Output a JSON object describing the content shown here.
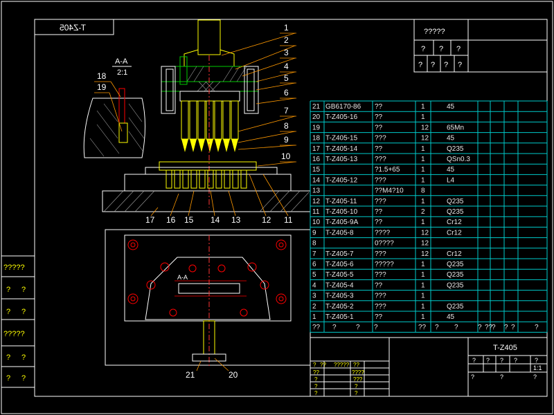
{
  "drawing": {
    "code_mirrored": "T-Z405",
    "section_label": "A-A",
    "section_scale": "2:1",
    "plan_section_marker": "A-A",
    "part_callouts": [
      "1",
      "2",
      "3",
      "4",
      "5",
      "6",
      "7",
      "8",
      "9",
      "10",
      "11",
      "12",
      "13",
      "14",
      "15",
      "16",
      "17",
      "18",
      "19",
      "20",
      "21"
    ]
  },
  "top_right_box": {
    "row1": "?????",
    "row2": [
      "?",
      "?",
      "?"
    ],
    "row3": [
      "?",
      "?",
      "?",
      "?"
    ]
  },
  "bom": {
    "rows": [
      {
        "no": "21",
        "code": "GB6170-86",
        "name": "??",
        "qty": "1",
        "mat": "45"
      },
      {
        "no": "20",
        "code": "T-Z405-16",
        "name": "??",
        "qty": "1",
        "mat": ""
      },
      {
        "no": "19",
        "code": "",
        "name": "??",
        "qty": "12",
        "mat": "65Mn"
      },
      {
        "no": "18",
        "code": "T-Z405-15",
        "name": "???",
        "qty": "12",
        "mat": "45"
      },
      {
        "no": "17",
        "code": "T-Z405-14",
        "name": "??",
        "qty": "1",
        "mat": "Q235"
      },
      {
        "no": "16",
        "code": "T-Z405-13",
        "name": "???",
        "qty": "1",
        "mat": "QSn0.3"
      },
      {
        "no": "15",
        "code": "",
        "name": "?1.5+65",
        "qty": "1",
        "mat": "45"
      },
      {
        "no": "14",
        "code": "T-Z405-12",
        "name": "???",
        "qty": "1",
        "mat": "L4"
      },
      {
        "no": "13",
        "code": "",
        "name": "??M4?10",
        "qty": "8",
        "mat": ""
      },
      {
        "no": "12",
        "code": "T-Z405-11",
        "name": "???",
        "qty": "1",
        "mat": "Q235"
      },
      {
        "no": "11",
        "code": "T-Z405-10",
        "name": "??",
        "qty": "2",
        "mat": "Q235"
      },
      {
        "no": "10",
        "code": "T-Z405-9A",
        "name": "??",
        "qty": "1",
        "mat": "Cr12"
      },
      {
        "no": "9",
        "code": "T-Z405-8",
        "name": "????",
        "qty": "12",
        "mat": "Cr12"
      },
      {
        "no": "8",
        "code": "",
        "name": "0????",
        "qty": "12",
        "mat": ""
      },
      {
        "no": "7",
        "code": "T-Z405-7",
        "name": "???",
        "qty": "12",
        "mat": "Cr12"
      },
      {
        "no": "6",
        "code": "T-Z405-6",
        "name": "?????",
        "qty": "1",
        "mat": "Q235"
      },
      {
        "no": "5",
        "code": "T-Z405-5",
        "name": "???",
        "qty": "1",
        "mat": "Q235"
      },
      {
        "no": "4",
        "code": "T-Z405-4",
        "name": "??",
        "qty": "1",
        "mat": "Q235"
      },
      {
        "no": "3",
        "code": "T-Z405-3",
        "name": "???",
        "qty": "1",
        "mat": ""
      },
      {
        "no": "2",
        "code": "T-Z405-2",
        "name": "???",
        "qty": "1",
        "mat": "Q235"
      },
      {
        "no": "1",
        "code": "T-Z405-1",
        "name": "??",
        "qty": "1",
        "mat": "45"
      }
    ],
    "header": [
      "??",
      "?",
      "?",
      "?",
      "??",
      "?",
      "?",
      "?",
      "??",
      "?",
      "?",
      "?",
      "?"
    ]
  },
  "title_block": {
    "drawing_code": "T-Z405",
    "scale": "1:1",
    "small_marks_1": [
      "?",
      "?",
      "?",
      "?",
      "?",
      "?"
    ],
    "small_marks_2": [
      "?",
      "?",
      "?"
    ],
    "signature_cells": [
      "?",
      "??",
      "?????",
      "??",
      "??",
      "????",
      "???",
      "?",
      "?",
      "?",
      "?",
      "?",
      "?",
      "?",
      "?",
      "?"
    ]
  },
  "left_revision_block": {
    "cells": [
      "?????",
      "?",
      "?",
      "?",
      "?",
      "?????",
      "?",
      "?",
      "?",
      "?"
    ]
  },
  "colors": {
    "border": "#ffffff",
    "table": "#00cccc",
    "green": "#00cc00",
    "red": "#ff3333",
    "yellow": "#ffff00",
    "magenta": "#ff00ff",
    "orange": "#ff9900",
    "gray": "#aaaaaa"
  }
}
